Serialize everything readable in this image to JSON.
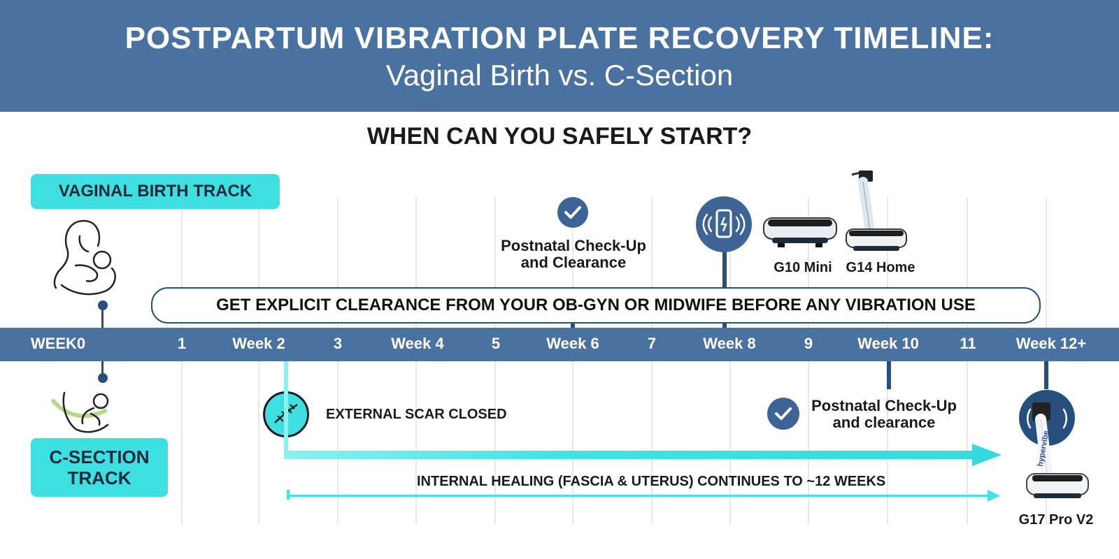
{
  "header": {
    "title": "POSTPARTUM VIBRATION PLATE RECOVERY TIMELINE:",
    "subtitle": "Vaginal Birth vs. C-Section"
  },
  "question": "WHEN CAN YOU SAFELY START?",
  "tracks": {
    "vaginal": "VAGINAL BIRTH TRACK",
    "csection_line1": "C-SECTION",
    "csection_line2": "TRACK"
  },
  "timeline": {
    "ticks": [
      "WEEK0",
      "1",
      "Week 2",
      "3",
      "Week 4",
      "5",
      "Week 6",
      "7",
      "Week 8",
      "9",
      "Week 10",
      "11",
      "Week 12+"
    ]
  },
  "banner": "GET EXPLICIT CLEARANCE FROM YOUR OB-GYN OR MIDWIFE BEFORE ANY VIBRATION USE",
  "vaginal_milestones": {
    "checkup_line1": "Postnatal Check-Up",
    "checkup_line2": "and Clearance",
    "product_1": "G10 Mini",
    "product_2": "G14 Home"
  },
  "csection_milestones": {
    "scar": "EXTERNAL SCAR CLOSED",
    "checkup_line1": "Postnatal Check-Up",
    "checkup_line2": "and clearance",
    "internal_healing": "INTERNAL HEALING (FASCIA & UTERUS) CONTINUES TO ~12 WEEKS",
    "product": "G17 Pro V2",
    "device_brand": "hypervibe"
  },
  "colors": {
    "header_blue": "#4a72a0",
    "navy": "#274f7d",
    "cyan": "#3ddfe0",
    "arrow_cyan": "#3fe3e6"
  },
  "icons": [
    "mother-baby-icon",
    "c-section-baby-icon",
    "check-icon",
    "phone-vibration-icon",
    "scar-stitch-icon",
    "vibration-plate-icon"
  ]
}
